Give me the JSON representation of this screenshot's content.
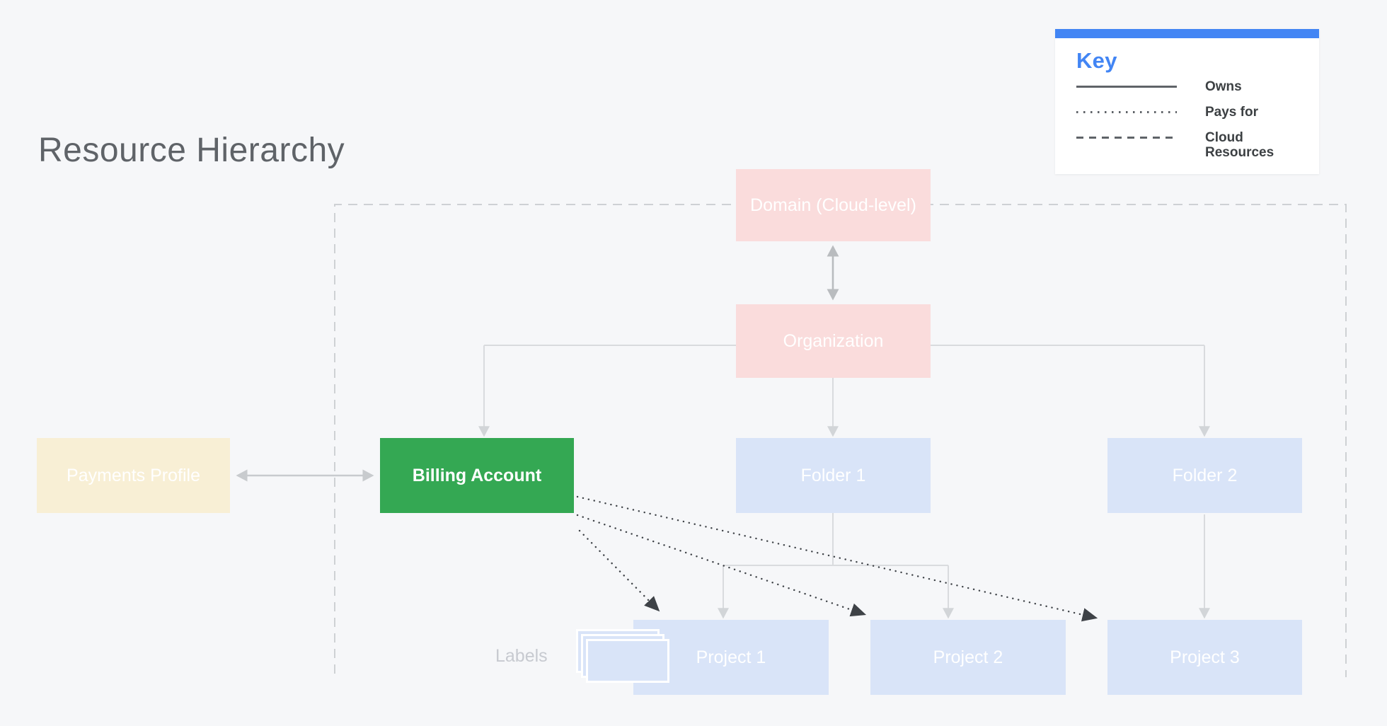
{
  "page": {
    "title": "Resource Hierarchy"
  },
  "key": {
    "title": "Key",
    "owns_label": "Owns",
    "pays_for_label": "Pays for",
    "cloud_resources_label": "Cloud Resources"
  },
  "nodes": {
    "domain": {
      "label": "Domain (Cloud-level)"
    },
    "organization": {
      "label": "Organization"
    },
    "payments_profile": {
      "label": "Payments Profile"
    },
    "billing_account": {
      "label": "Billing Account"
    },
    "folder1": {
      "label": "Folder 1"
    },
    "folder2": {
      "label": "Folder 2"
    },
    "project1": {
      "label": "Project 1"
    },
    "project2": {
      "label": "Project 2"
    },
    "project3": {
      "label": "Project 3"
    }
  },
  "labels_caption": "Labels",
  "relationships": [
    {
      "from": "Domain (Cloud-level)",
      "to": "Organization",
      "type": "owns",
      "bidirectional": true
    },
    {
      "from": "Organization",
      "to": "Billing Account",
      "type": "owns"
    },
    {
      "from": "Organization",
      "to": "Folder 1",
      "type": "owns"
    },
    {
      "from": "Organization",
      "to": "Folder 2",
      "type": "owns"
    },
    {
      "from": "Payments Profile",
      "to": "Billing Account",
      "type": "owns",
      "bidirectional": true
    },
    {
      "from": "Folder 1",
      "to": "Project 1",
      "type": "owns"
    },
    {
      "from": "Folder 1",
      "to": "Project 2",
      "type": "owns"
    },
    {
      "from": "Folder 2",
      "to": "Project 3",
      "type": "owns"
    },
    {
      "from": "Billing Account",
      "to": "Project 1",
      "type": "pays_for"
    },
    {
      "from": "Billing Account",
      "to": "Project 2",
      "type": "pays_for"
    },
    {
      "from": "Billing Account",
      "to": "Project 3",
      "type": "pays_for"
    }
  ],
  "colors": {
    "background": "#f6f7f9",
    "accent_blue": "#4285f4",
    "pink_box": "#fadcdc",
    "green_box": "#34a853",
    "cream_box": "#f8efd5",
    "blue_box": "#d9e4f8",
    "title_text": "#5f6368",
    "legend_text": "#3c4043",
    "legend_line": "#5f6368",
    "connector_gray": "#d9dbde",
    "arrow_light": "#d2d5d8",
    "arrow_medium": "#b9bcbf",
    "arrow_pay": "#c8cbce",
    "dotted_dark": "#3e4247",
    "boundary_dash": "#ced1d4",
    "labels_text": "#c7cad0"
  }
}
